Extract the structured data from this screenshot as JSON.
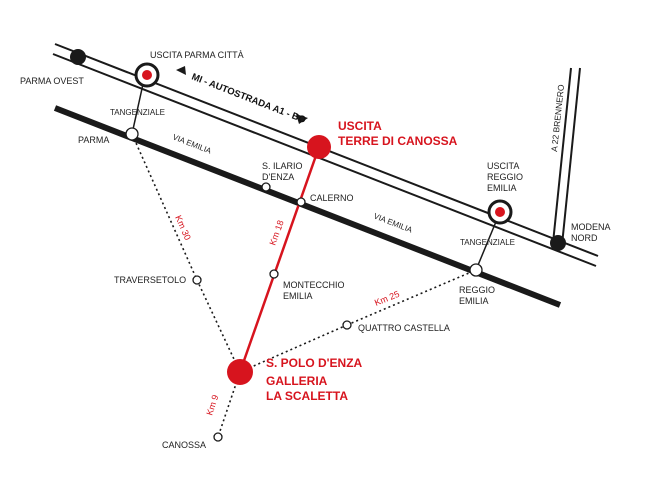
{
  "labels": {
    "parma_ovest": "PARMA OVEST",
    "uscita_parma": "USCITA PARMA CITTÀ",
    "autostrada": "MI - AUTOSTRADA A1 - BO",
    "tangenziale_parma": "TANGENZIALE",
    "parma": "PARMA",
    "via_emilia_1": "VIA EMILIA",
    "via_emilia_2": "VIA EMILIA",
    "uscita_canossa_1": "USCITA",
    "uscita_canossa_2": "TERRE DI CANOSSA",
    "s_ilario_1": "S. ILARIO",
    "s_ilario_2": "D'ENZA",
    "calerno": "CALERNO",
    "km30": "Km 30",
    "km18": "Km 18",
    "km25": "Km 25",
    "km9": "Km 9",
    "traversetolo": "TRAVERSETOLO",
    "montecchio_1": "MONTECCHIO",
    "montecchio_2": "EMILIA",
    "quattro_castella": "QUATTRO CASTELLA",
    "uscita_reggio_1": "USCITA",
    "uscita_reggio_2": "REGGIO",
    "uscita_reggio_3": "EMILIA",
    "tangenziale_reggio": "TANGENZIALE",
    "reggio_1": "REGGIO",
    "reggio_2": "EMILIA",
    "modena_1": "MODENA",
    "modena_2": "NORD",
    "a22": "A 22 BRENNERO",
    "s_polo": "S. POLO D'ENZA",
    "galleria_1": "GALLERIA",
    "galleria_2": "LA SCALETTA",
    "canossa": "CANOSSA"
  },
  "colors": {
    "accent": "#d7141e",
    "road": "#1a1a1a"
  },
  "icons": {
    "exit_marker": "target-circle-icon",
    "destination": "red-dot-icon",
    "direction": "triangle-arrow-icon"
  }
}
